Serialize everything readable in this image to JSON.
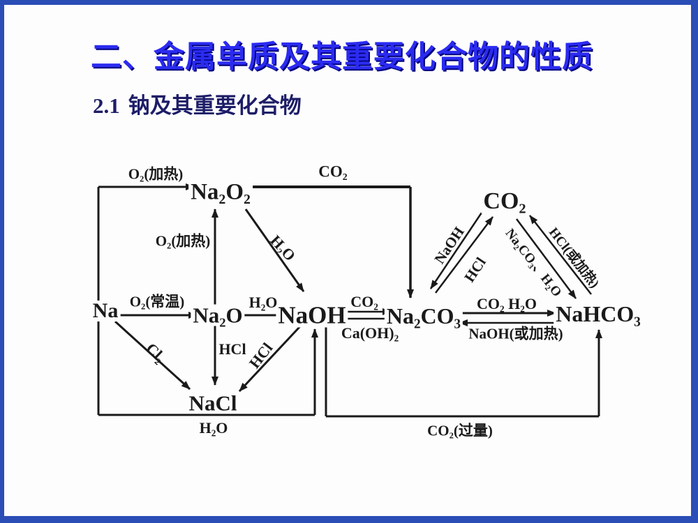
{
  "slide": {
    "title": "二、金属单质及其重要化合物的性质",
    "subtitle_num": "2.1",
    "subtitle_text": "钠及其重要化合物",
    "colors": {
      "frame_blue": "#2b4db6",
      "title_blue": "#2b2bf0",
      "title_shadow": "#00007d",
      "subtitle_navy": "#1d1d68",
      "diagram_ink": "#1a1a1a",
      "canvas": "#fdfdfe"
    }
  },
  "diagram": {
    "nodes": {
      "na": "Na",
      "na2o2": "Na₂O₂",
      "na2o": "Na₂O",
      "naoh": "NaOH",
      "na2co3": "Na₂CO₃",
      "nahco3": "NaHCO₃",
      "nacl": "NaCl",
      "co2": "CO₂"
    },
    "labels": {
      "o2_heat_top": "O₂(加热)",
      "co2_top": "CO₂",
      "o2_heat_mid": "O₂(加热)",
      "h2o_peroxide": "H₂O",
      "o2_room": "O₂(常温)",
      "h2o_oxide": "H₂O",
      "co2_forward": "CO₂",
      "caoh2_reverse": "Ca(OH)₂",
      "co2_h2o_forward": "CO₂ H₂O",
      "naoh_heat_reverse": "NaOH(或加热)",
      "cl2": "Cl₂",
      "hcl_oxide": "HCl",
      "hcl_from_naoh": "HCl",
      "h2o_bottom": "H₂O",
      "co2_excess": "CO₂(过量)",
      "naoh_triangle": "NaOH",
      "hcl_triangle": "HCl",
      "na2co3_h2o_triangle": "Na₂CO₃、H₂O",
      "hcl_heat_triangle": "HCl(或加热)"
    }
  }
}
